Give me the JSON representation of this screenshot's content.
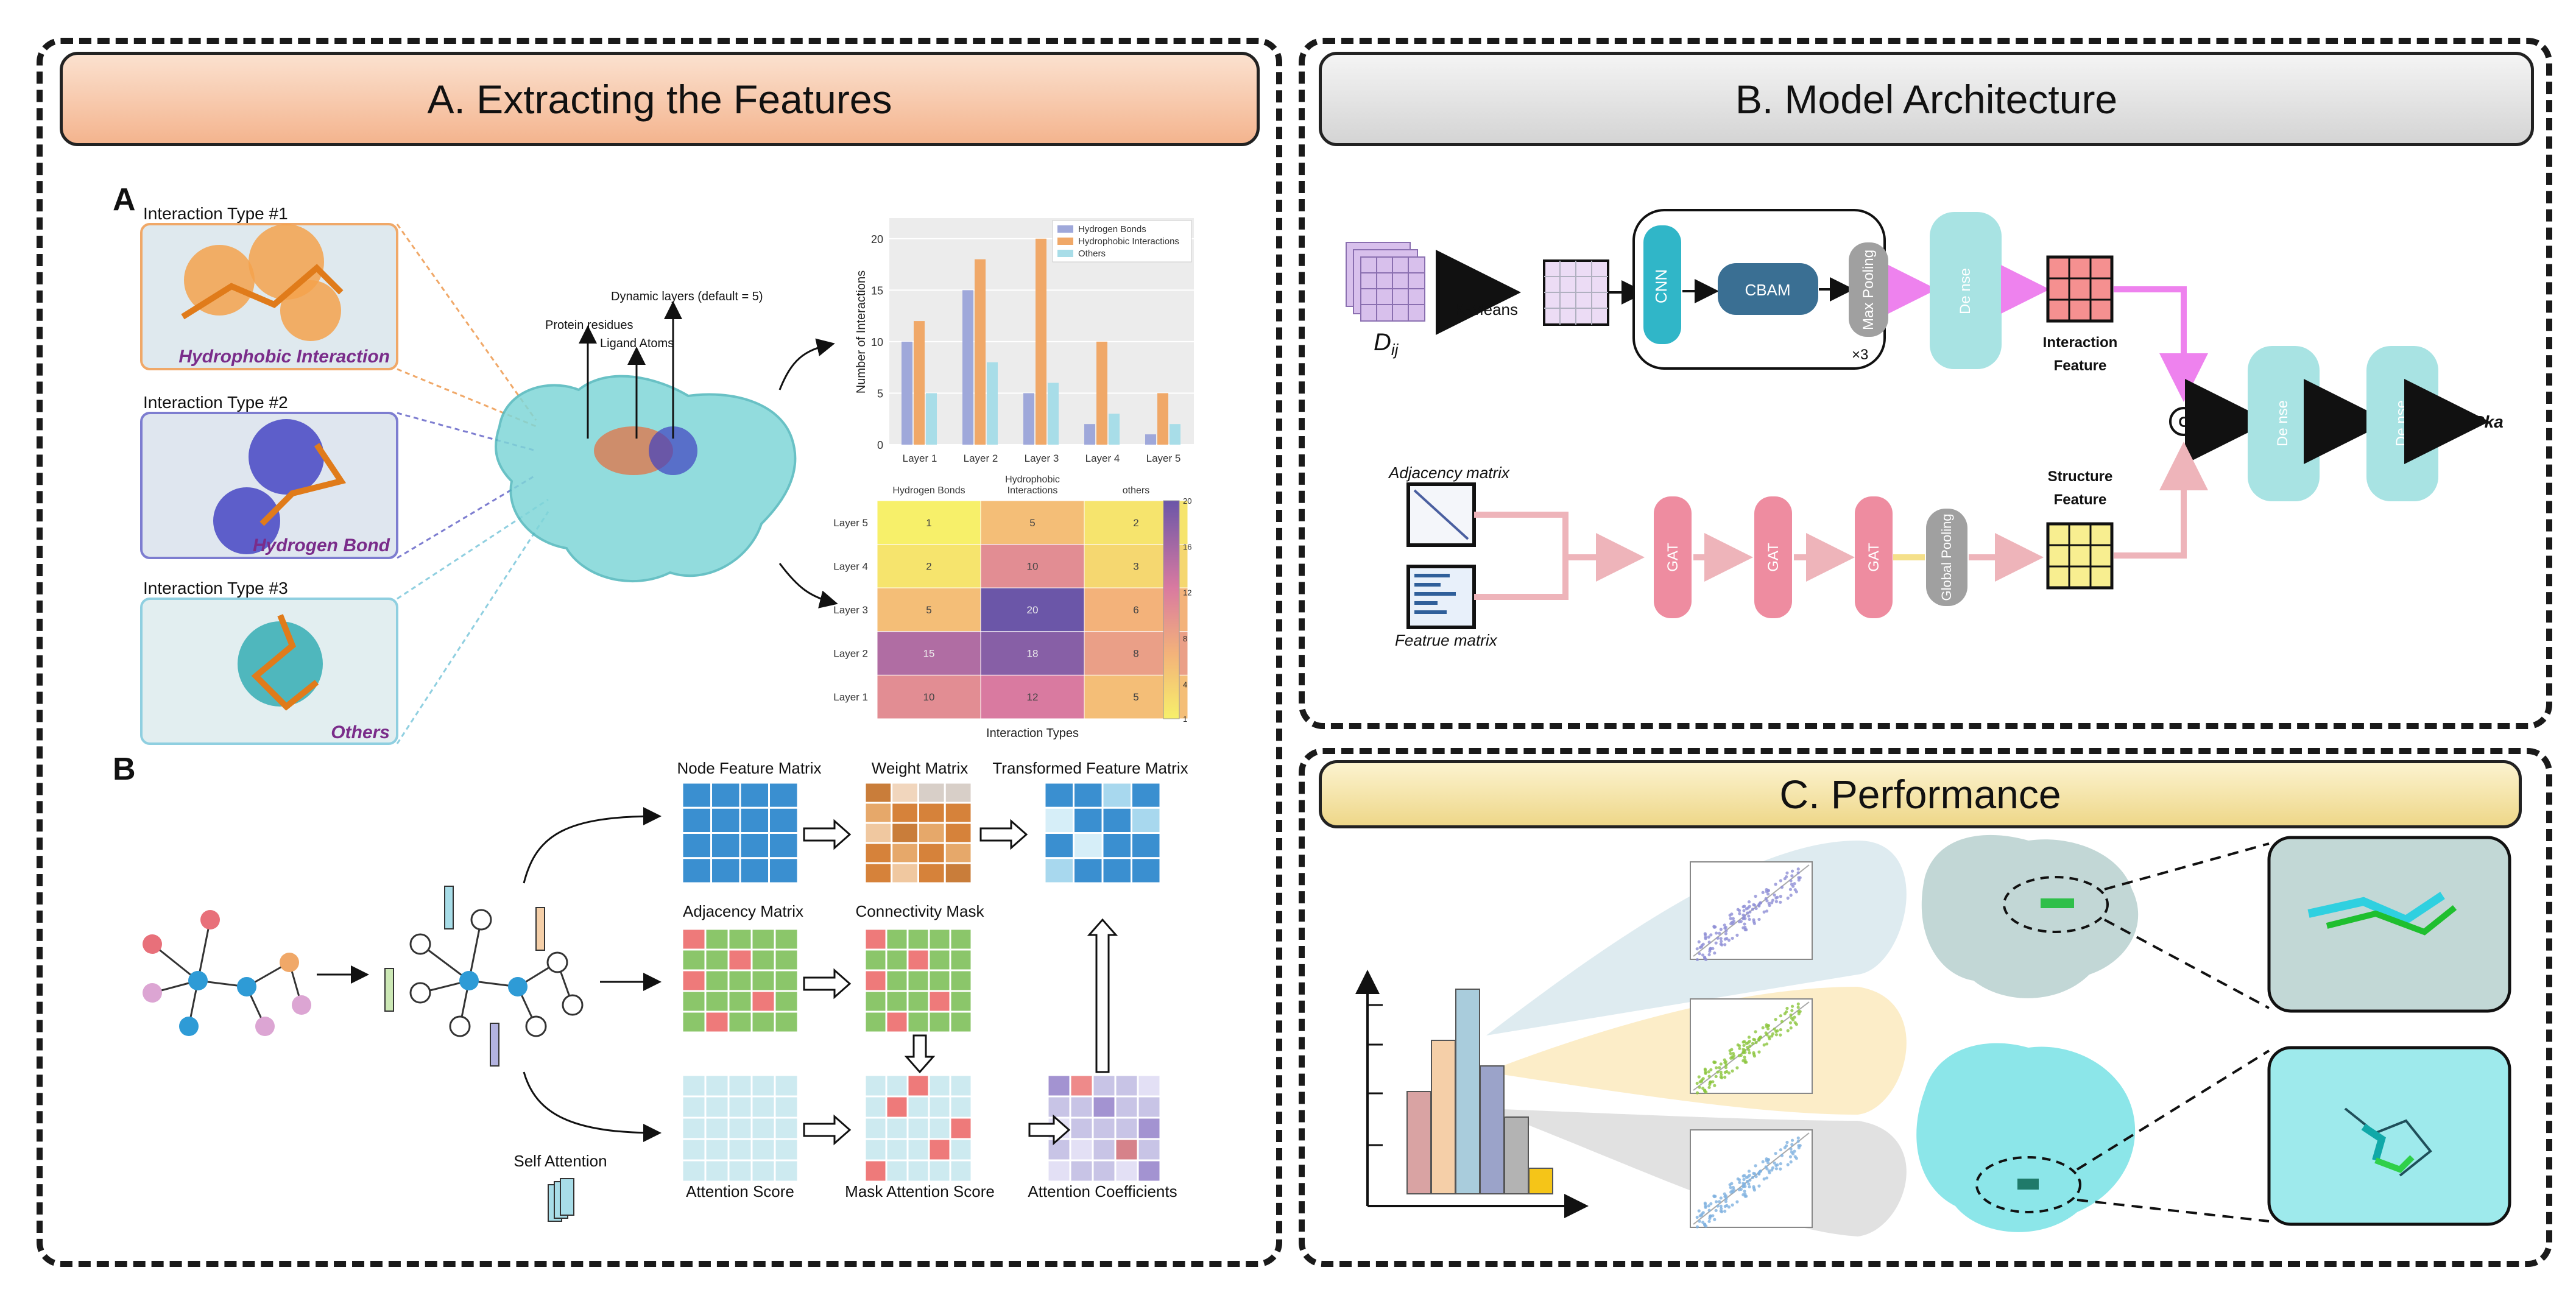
{
  "panelA": {
    "title": "A. Extracting the Features",
    "subA": "A",
    "subB": "B",
    "type1_label": "Interaction Type #1",
    "type1_name": "Hydrophobic Interaction",
    "type2_label": "Interaction Type #2",
    "type2_name": "Hydrogen Bond",
    "type3_label": "Interaction Type #3",
    "type3_name": "Others",
    "ann_dynamic": "Dynamic layers (default = 5)",
    "ann_protein": "Protein residues",
    "ann_ligand": "Ligand Atoms",
    "node_matrix": "Node Feature Matrix",
    "weight_matrix": "Weight Matrix",
    "transformed_matrix": "Transformed Feature Matrix",
    "adjacency_matrix": "Adjacency Matrix",
    "connectivity_mask": "Connectivity Mask",
    "attention_score": "Attention Score",
    "mask_attention": "Mask Attention Score",
    "attention_coeff": "Attention Coefficients",
    "self_attention": "Self Attention"
  },
  "panelB": {
    "title": "B. Model Architecture",
    "dij": "D",
    "dij_sub": "ij",
    "kmeans": "K-Means",
    "cnn": "CNN",
    "cbam": "CBAM",
    "maxpool": "Max Pooling",
    "x3": "×3",
    "dense": "De nse",
    "interaction_feature_1": "Interaction",
    "interaction_feature_2": "Feature",
    "structure_feature_1": "Structure",
    "structure_feature_2": "Feature",
    "concat": "C",
    "pka": "Pka",
    "adjacency": "Adjacency matrix",
    "feature": "Featrue matrix",
    "gat": "GAT",
    "global_pool": "Global Pooling"
  },
  "panelC": {
    "title": "C. Performance"
  },
  "colors": {
    "bannerA": "#f7c6a6",
    "bannerB": "#e6e6e6",
    "bannerC": "#f3e2a0",
    "teal": "#7fd3d1",
    "pink": "#e88aa0",
    "magenta": "#ee82ee",
    "grey": "#9a9a9a"
  },
  "chart_data": [
    {
      "type": "bar",
      "categories": [
        "Layer 1",
        "Layer 2",
        "Layer 3",
        "Layer 4",
        "Layer 5"
      ],
      "series": [
        {
          "name": "Hydrogen Bonds",
          "values": [
            10,
            15,
            5,
            2,
            1
          ]
        },
        {
          "name": "Hydrophobic Interactions",
          "values": [
            12,
            18,
            20,
            10,
            5
          ]
        },
        {
          "name": "Others",
          "values": [
            5,
            8,
            6,
            3,
            2
          ]
        }
      ],
      "ylabel": "Number of Interactions",
      "ylim": [
        0,
        22
      ],
      "yticks": [
        0,
        5,
        10,
        15,
        20
      ],
      "legend": "top-right",
      "colors": [
        "#9fa8da",
        "#f0a868",
        "#a8dde8"
      ]
    },
    {
      "type": "heatmap",
      "rows": [
        "Layer 5",
        "Layer 4",
        "Layer 3",
        "Layer 2",
        "Layer 1"
      ],
      "columns": [
        "Hydrogen Bonds",
        "Hydrophobic Interactions",
        "others"
      ],
      "values": [
        [
          1,
          5,
          2
        ],
        [
          2,
          10,
          3
        ],
        [
          5,
          20,
          6
        ],
        [
          15,
          18,
          8
        ],
        [
          10,
          12,
          5
        ]
      ],
      "xlabel": "Interaction Types",
      "colorbar_ticks": [
        1,
        4,
        8,
        12,
        16,
        20
      ]
    },
    {
      "type": "bar",
      "values": [
        4,
        6,
        8,
        5,
        3,
        1
      ],
      "colors": [
        "#d9a3a3",
        "#f5cfa8",
        "#a9ccdc",
        "#9ba3c9",
        "#b3b3b3",
        "#f5c518"
      ]
    }
  ]
}
